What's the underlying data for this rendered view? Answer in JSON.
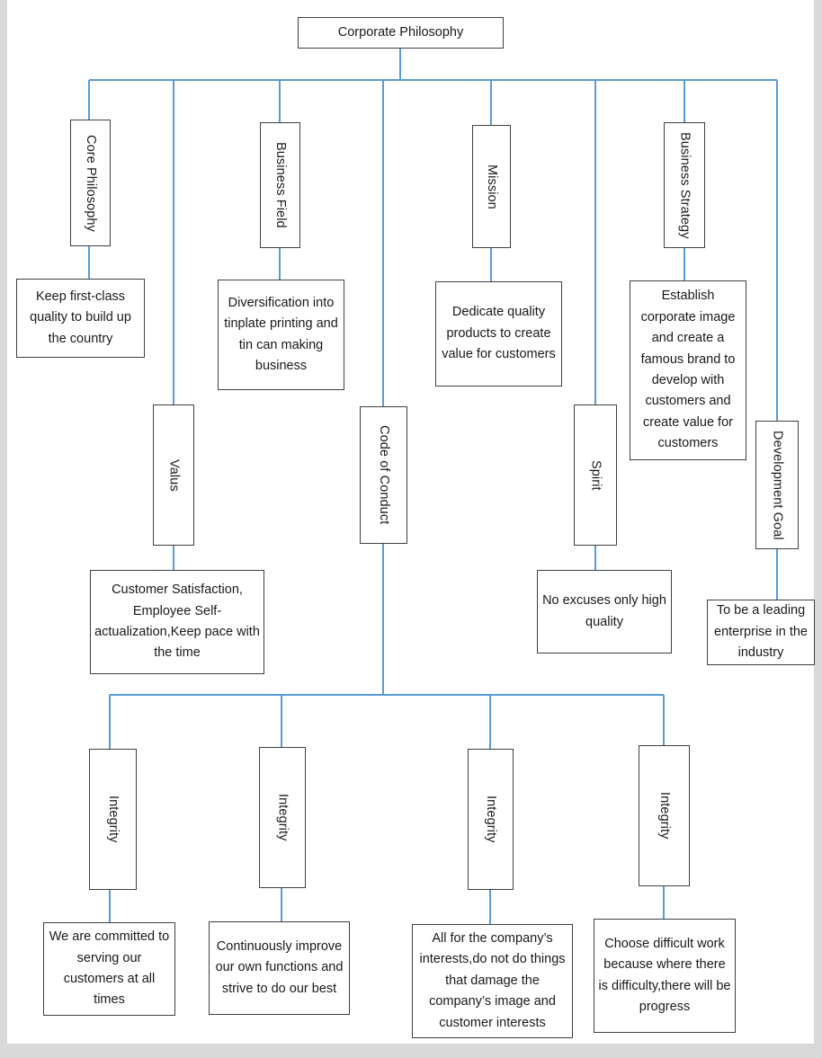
{
  "diagram": {
    "title": "Corporate Philosophy",
    "type": "org-chart",
    "line_color": "#5b9bd5",
    "box_border_color": "#3f3f3f",
    "box_fill_color": "#ffffff",
    "page_background": "#ffffff",
    "canvas_background": "#d9d9d9",
    "root": {
      "label": "Corporate Philosophy",
      "orientation": "horizontal"
    },
    "branches": [
      {
        "category": {
          "label": "Core Philosophy",
          "orientation": "vertical"
        },
        "detail": {
          "label": "Keep first-class quality to build up the country",
          "orientation": "horizontal"
        }
      },
      {
        "category": {
          "label": "Valus",
          "orientation": "vertical"
        },
        "detail": {
          "label": "Customer Satisfaction, Employee Self-actualization,Keep pace with the time",
          "orientation": "horizontal"
        }
      },
      {
        "category": {
          "label": "Business Field",
          "orientation": "vertical"
        },
        "detail": {
          "label": "Diversification into tinplate printing and tin can making business",
          "orientation": "horizontal"
        }
      },
      {
        "category": {
          "label": "Code of Conduct",
          "orientation": "vertical"
        },
        "detail": null,
        "children": [
          {
            "category": {
              "label": "Integrity",
              "orientation": "vertical"
            },
            "detail": {
              "label": "We are committed to serving our customers at all times",
              "orientation": "horizontal"
            }
          },
          {
            "category": {
              "label": "Integrity",
              "orientation": "vertical"
            },
            "detail": {
              "label": "Continuously improve our own functions and strive to do our best",
              "orientation": "horizontal"
            }
          },
          {
            "category": {
              "label": "Integrity",
              "orientation": "vertical"
            },
            "detail": {
              "label": "All for the company’s interests,do not do things that damage the company’s image and customer interests",
              "orientation": "horizontal"
            }
          },
          {
            "category": {
              "label": "Integrity",
              "orientation": "vertical"
            },
            "detail": {
              "label": "Choose difficult work because where there is difficulty,there will be progress",
              "orientation": "horizontal"
            }
          }
        ]
      },
      {
        "category": {
          "label": "Mission",
          "orientation": "vertical"
        },
        "detail": {
          "label": "Dedicate quality products to create value for customers",
          "orientation": "horizontal"
        }
      },
      {
        "category": {
          "label": "Spirit",
          "orientation": "vertical"
        },
        "detail": {
          "label": "No excuses only high quality",
          "orientation": "horizontal"
        }
      },
      {
        "category": {
          "label": "Business Strategy",
          "orientation": "vertical"
        },
        "detail": {
          "label": "Establish corporate image and create a famous brand to develop with customers and create value for customers",
          "orientation": "horizontal"
        }
      },
      {
        "category": {
          "label": "Development Goal",
          "orientation": "vertical"
        },
        "detail": {
          "label": "To be a leading enterprise in the industry",
          "orientation": "horizontal"
        }
      }
    ]
  }
}
